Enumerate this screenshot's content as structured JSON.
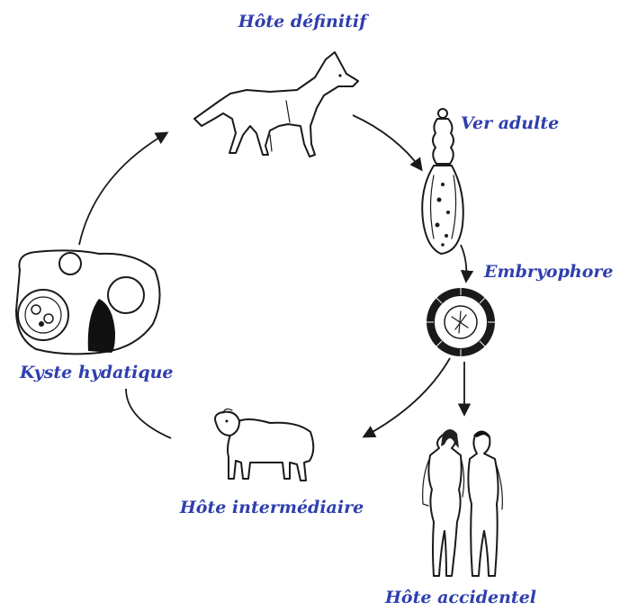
{
  "labels": {
    "definitive_host": "Hôte définitif",
    "adult_worm": "Ver adulte",
    "embryophore": "Embryophore",
    "hydatid_cyst": "Kyste hydatique",
    "intermediate_host": "Hôte intermédiaire",
    "accidental_host": "Hôte accidentel"
  },
  "colors": {
    "label": "#2f3fae",
    "line": "#1a1a1a"
  }
}
